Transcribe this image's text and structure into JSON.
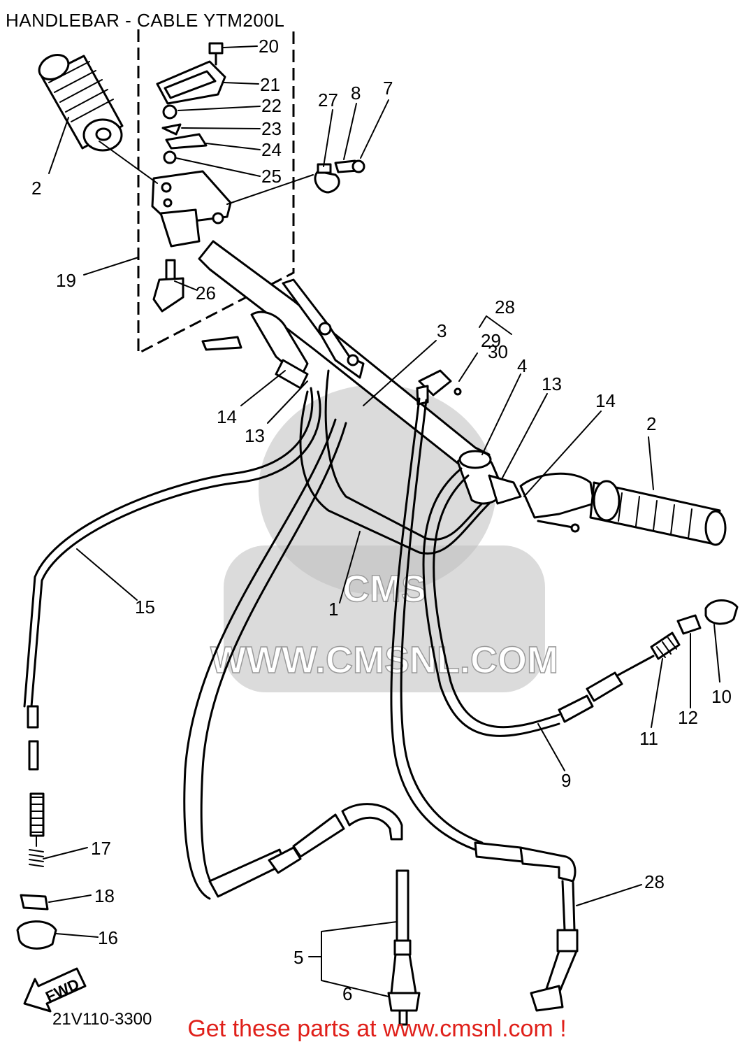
{
  "title": "HANDLEBAR - CABLE YTM200L",
  "footer": "Get these parts at www.cmsnl.com !",
  "watermark": {
    "text": "WWW.CMSNL.COM",
    "logo": "CMS"
  },
  "drawing_code": "21V110-3300",
  "fwd_label": "FWD",
  "colors": {
    "footer": "#e0201a",
    "watermark": "#bdbdbd",
    "line": "#000000"
  },
  "callouts": [
    {
      "id": "20",
      "label": "20"
    },
    {
      "id": "21",
      "label": "21"
    },
    {
      "id": "22",
      "label": "22"
    },
    {
      "id": "23",
      "label": "23"
    },
    {
      "id": "24",
      "label": "24"
    },
    {
      "id": "25",
      "label": "25"
    },
    {
      "id": "27",
      "label": "27"
    },
    {
      "id": "8",
      "label": "8"
    },
    {
      "id": "7",
      "label": "7"
    },
    {
      "id": "2a",
      "label": "2"
    },
    {
      "id": "19",
      "label": "19"
    },
    {
      "id": "26",
      "label": "26"
    },
    {
      "id": "28a",
      "label": "28"
    },
    {
      "id": "29",
      "label": "29"
    },
    {
      "id": "30",
      "label": "30"
    },
    {
      "id": "3",
      "label": "3"
    },
    {
      "id": "4",
      "label": "4"
    },
    {
      "id": "13a",
      "label": "13"
    },
    {
      "id": "14a",
      "label": "14"
    },
    {
      "id": "2b",
      "label": "2"
    },
    {
      "id": "14b",
      "label": "14"
    },
    {
      "id": "13b",
      "label": "13"
    },
    {
      "id": "15",
      "label": "15"
    },
    {
      "id": "1",
      "label": "1"
    },
    {
      "id": "10",
      "label": "10"
    },
    {
      "id": "12",
      "label": "12"
    },
    {
      "id": "11",
      "label": "11"
    },
    {
      "id": "9",
      "label": "9"
    },
    {
      "id": "17",
      "label": "17"
    },
    {
      "id": "18",
      "label": "18"
    },
    {
      "id": "16",
      "label": "16"
    },
    {
      "id": "28b",
      "label": "28"
    },
    {
      "id": "5",
      "label": "5"
    },
    {
      "id": "6",
      "label": "6"
    }
  ]
}
